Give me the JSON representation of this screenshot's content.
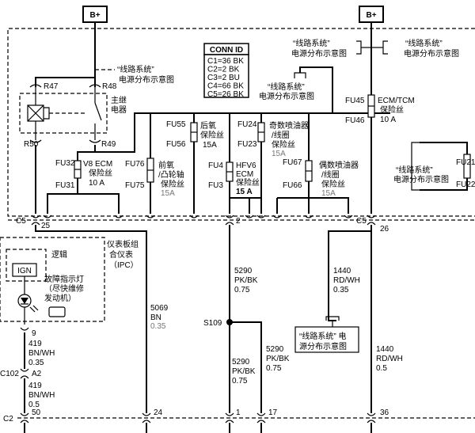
{
  "power": {
    "left": "B+",
    "right": "B+"
  },
  "refs": {
    "top_left_1": "“线路系统”",
    "top_left_2": "电源分布示意图",
    "top_mid_1": "“线路系统”",
    "top_mid_2": "电源分布示意图",
    "top_right_1": "“线路系统”",
    "top_right_2": "电源分布示意图",
    "mid_1": "“线路系统”",
    "mid_2": "电源分布示意图",
    "right_1": "“线路系统”",
    "right_2": "电源分布示意图",
    "bottom_1": "“线路系统” 电",
    "bottom_2": "源分布示意图"
  },
  "conn_id": {
    "title": "CONN ID",
    "rows": [
      {
        "pin": "C1=36",
        "color": "BK"
      },
      {
        "pin": "C2=2",
        "color": "BK"
      },
      {
        "pin": "C3=2",
        "color": "BU"
      },
      {
        "pin": "C4=66",
        "color": "BK"
      },
      {
        "pin": "C5=26",
        "color": "BK"
      }
    ]
  },
  "relay": {
    "r47": "R47",
    "r48": "R48",
    "r50": "R50",
    "r49": "R49",
    "label_1": "主继",
    "label_2": "电器"
  },
  "fuses": {
    "fu32": "FU32",
    "fu31": "FU31",
    "v8_1": "V8 ECM",
    "v8_2": "保险丝",
    "v8_3": "10 A",
    "fu76": "FU76",
    "fu75": "FU75",
    "front_1": "前氧",
    "front_2": "/凸轮轴",
    "front_3": "保险丝",
    "front_4": "15A",
    "fu55": "FU55",
    "fu56": "FU56",
    "rear_1": "后氧",
    "rear_2": "保险丝",
    "rear_3": "15A",
    "fu4": "FU4",
    "fu3": "FU3",
    "hfv6_1": "HFV6",
    "hfv6_2": "ECM",
    "hfv6_3": "保险丝",
    "hfv6_4": "15 A",
    "fu24": "FU24",
    "fu23": "FU23",
    "odd_1": "奇数喷油器",
    "odd_2": "/线圈",
    "odd_3": "保险丝",
    "odd_4": "15A",
    "fu67": "FU67",
    "fu66": "FU66",
    "even_1": "偶数喷油器",
    "even_2": "/线圈",
    "even_3": "保险丝",
    "even_4": "15A",
    "fu45": "FU45",
    "fu46": "FU46",
    "ecm_1": "ECM/TCM",
    "ecm_2": "保险丝",
    "ecm_3": "10 A",
    "fu21": "FU21",
    "fu22": "FU22"
  },
  "connectors": {
    "c5_left": "C5",
    "pin25": "25",
    "pin2": "2",
    "c5_right": "C5",
    "pin26": "26",
    "c2": "C2",
    "pin50": "50",
    "pin24": "24",
    "pin1": "1",
    "pin17": "17",
    "pin36": "36",
    "c102": "C102",
    "a2": "A2",
    "pin9": "9"
  },
  "ipc": {
    "title_1": "仪表板组",
    "title_2": "合仪表",
    "title_3": "（IPC）",
    "logic": "逻辑",
    "ign": "IGN",
    "mil_1": "故障指示灯",
    "mil_2": "（尽快维修",
    "mil_3": "发动机）"
  },
  "wires": {
    "w5069_1": "5069",
    "w5069_2": "BN",
    "w5069_3": "0.35",
    "w5290a_1": "5290",
    "w5290a_2": "PK/BK",
    "w5290a_3": "0.75",
    "w5290b_1": "5290",
    "w5290b_2": "PK/BK",
    "w5290b_3": "0.75",
    "w5290c_1": "5290",
    "w5290c_2": "PK/BK",
    "w5290c_3": "0.75",
    "w1440a_1": "1440",
    "w1440a_2": "RD/WH",
    "w1440a_3": "0.35",
    "w1440b_1": "1440",
    "w1440b_2": "RD/WH",
    "w1440b_3": "0.5",
    "w419a_1": "419",
    "w419a_2": "BN/WH",
    "w419a_3": "0.35",
    "w419b_1": "419",
    "w419b_2": "BN/WH",
    "w419b_3": "0.5",
    "splice": "S109"
  }
}
